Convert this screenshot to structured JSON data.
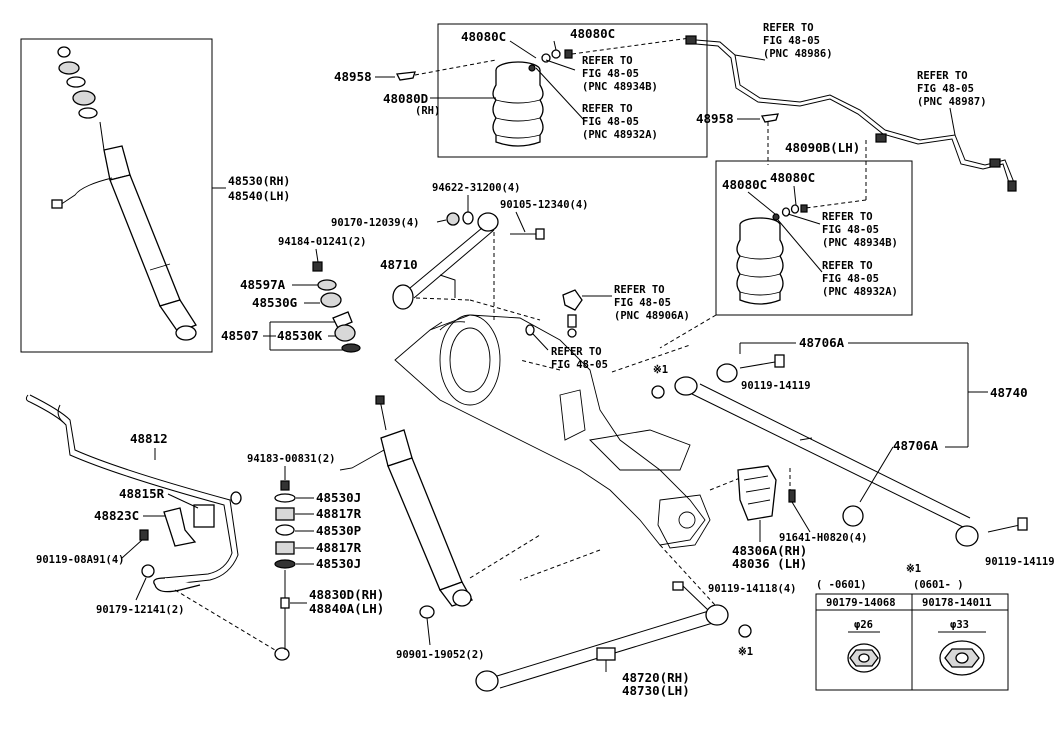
{
  "callouts": {
    "c48530": "48530(RH)",
    "c48540": "48540(LH)",
    "c48958_top": "48958",
    "c48080c_a": "48080C",
    "c48080c_b": "48080C",
    "c48080d": "48080D",
    "c48080d_rh": "(RH)",
    "ref_48934b_top_1": "REFER TO",
    "ref_48934b_top_2": "FIG 48-05",
    "ref_48934b_top_3": "(PNC 48934B)",
    "ref_48932a_top_1": "REFER TO",
    "ref_48932a_top_2": "FIG 48-05",
    "ref_48932a_top_3": "(PNC 48932A)",
    "ref_48986_1": "REFER TO",
    "ref_48986_2": "FIG 48-05",
    "ref_48986_3": "(PNC 48986)",
    "ref_48987_1": "REFER TO",
    "ref_48987_2": "FIG 48-05",
    "ref_48987_3": "(PNC 48987)",
    "c48958_mid": "48958",
    "c48090b": "48090B(LH)",
    "c48080c_c": "48080C",
    "c48080c_d": "48080C",
    "ref_48934b_mid_1": "REFER TO",
    "ref_48934b_mid_2": "FIG 48-05",
    "ref_48934b_mid_3": "(PNC 48934B)",
    "ref_48932a_mid_1": "REFER TO",
    "ref_48932a_mid_2": "FIG 48-05",
    "ref_48932a_mid_3": "(PNC 48932A)",
    "c94622": "94622-31200(4)",
    "c90170": "90170-12039(4)",
    "c90105": "90105-12340(4)",
    "c94184": "94184-01241(2)",
    "c48710": "48710",
    "c48597a": "48597A",
    "c48530g": "48530G",
    "c48507": "48507",
    "c48530k": "48530K",
    "ref_48906a_1": "REFER TO",
    "ref_48906a_2": "FIG 48-05",
    "ref_48906a_3": "(PNC 48906A)",
    "ref_bottom_1": "REFER TO",
    "ref_bottom_2": "FIG 48-05",
    "c48706a_top": "48706A",
    "c90119_14119_a": "90119-14119",
    "c48740": "48740",
    "c48706a_bot": "48706A",
    "mark1_a": "※1",
    "c48812": "48812",
    "c94183": "94183-00831(2)",
    "c48530j_a": "48530J",
    "c48817r_a": "48817R",
    "c48530p": "48530P",
    "c48817r_b": "48817R",
    "c48530j_b": "48530J",
    "c48815r": "48815R",
    "c48823c": "48823C",
    "c90119_08a91": "90119-08A91(4)",
    "c90179_12141": "90179-12141(2)",
    "c48830d": "48830D(RH)",
    "c48840a": "48840A(LH)",
    "c90901": "90901-19052(2)",
    "c48306a": "48306A(RH)",
    "c48036": "48036 (LH)",
    "c91641": "91641-H0820(4)",
    "c90119_14119_b": "90119-14119",
    "c90119_14118": "90119-14118(4)",
    "mark1_b": "※1",
    "c48720": "48720(RH)",
    "c48730": "48730(LH)"
  },
  "table": {
    "mark": "※1",
    "period_left": "(    -0601)",
    "period_right": "(0601-     )",
    "part_left": "90179-14068",
    "part_right": "90178-14011",
    "dia_left": "φ26",
    "dia_right": "φ33"
  }
}
